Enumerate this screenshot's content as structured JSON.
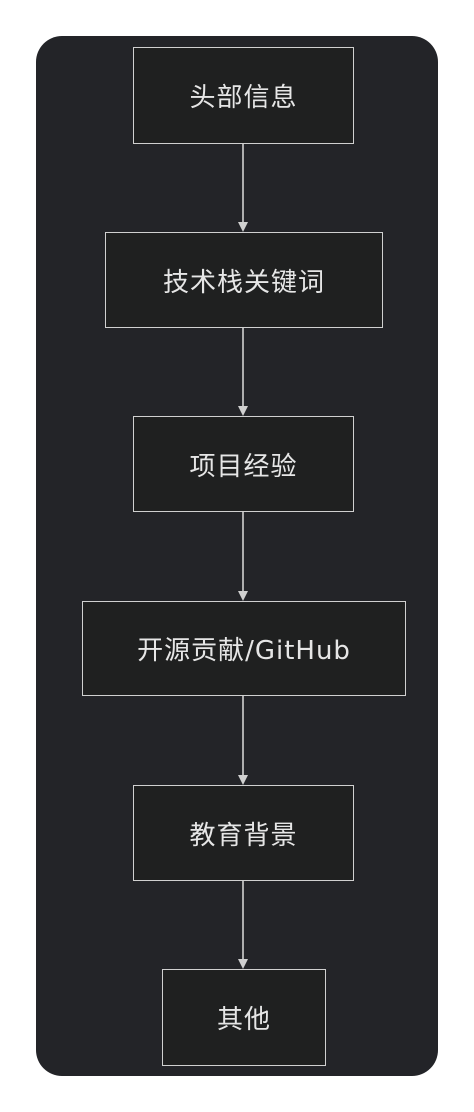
{
  "colors": {
    "panel_bg": "#232428",
    "node_bg": "#1f2020",
    "node_border": "#d0d0d0",
    "text": "#e6e6e6",
    "edge": "#d0d0d0"
  },
  "flowchart": {
    "nodes": [
      {
        "id": "header",
        "label": "头部信息"
      },
      {
        "id": "tech",
        "label": "技术栈关键词"
      },
      {
        "id": "projects",
        "label": "项目经验"
      },
      {
        "id": "opensource",
        "label": "开源贡献/GitHub"
      },
      {
        "id": "education",
        "label": "教育背景"
      },
      {
        "id": "other",
        "label": "其他"
      }
    ],
    "edges": [
      {
        "from": "header",
        "to": "tech"
      },
      {
        "from": "tech",
        "to": "projects"
      },
      {
        "from": "projects",
        "to": "opensource"
      },
      {
        "from": "opensource",
        "to": "education"
      },
      {
        "from": "education",
        "to": "other"
      }
    ]
  }
}
